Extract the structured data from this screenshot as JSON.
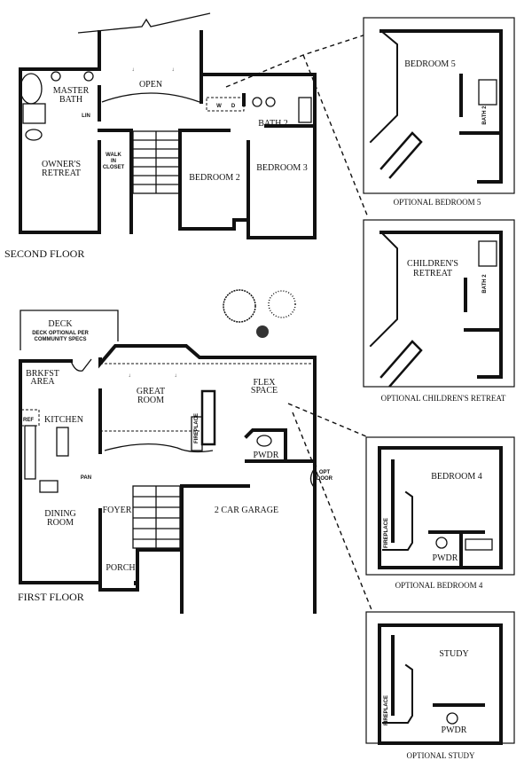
{
  "second_floor": {
    "title": "SECOND FLOOR",
    "rooms": {
      "open": "OPEN",
      "master_bath": [
        "MASTER",
        "BATH"
      ],
      "lin": "LIN",
      "owners_retreat": [
        "OWNER'S",
        "RETREAT"
      ],
      "walk_in_closet": [
        "WALK",
        "IN",
        "CLOSET"
      ],
      "bath2": "BATH 2",
      "bedroom2": "BEDROOM 2",
      "bedroom3": "BEDROOM 3",
      "washer": "W",
      "dryer": "D"
    }
  },
  "first_floor": {
    "title": "FIRST FLOOR",
    "rooms": {
      "deck": "DECK",
      "deck_note": [
        "DECK OPTIONAL PER",
        "COMMUNITY SPECS"
      ],
      "brkfst": [
        "BRKFST",
        "AREA"
      ],
      "kitchen": "KITCHEN",
      "ref": "REF",
      "pan": "PAN",
      "great_room": [
        "GREAT",
        "ROOM"
      ],
      "fireplace": "FIREPLACE",
      "flex_space": [
        "FLEX",
        "SPACE"
      ],
      "pwdr": "PWDR",
      "opt_door": [
        "OPT",
        "DOOR"
      ],
      "dining": [
        "DINING",
        "ROOM"
      ],
      "foyer": "FOYER",
      "porch": "PORCH",
      "garage": "2 CAR GARAGE"
    }
  },
  "options": [
    {
      "caption": "OPTIONAL BEDROOM 5",
      "room": [
        "BEDROOM 5"
      ],
      "bath": "BATH 2"
    },
    {
      "caption": "OPTIONAL CHILDREN'S RETREAT",
      "room": [
        "CHILDREN'S",
        "RETREAT"
      ],
      "bath": "BATH 2"
    },
    {
      "caption": "OPTIONAL BEDROOM 4",
      "room": [
        "BEDROOM 4"
      ],
      "bath": "PWDR",
      "fireplace": "FIREPLACE"
    },
    {
      "caption": "OPTIONAL STUDY",
      "room": [
        "STUDY"
      ],
      "bath": "PWDR",
      "fireplace": "FIREPLACE"
    }
  ]
}
